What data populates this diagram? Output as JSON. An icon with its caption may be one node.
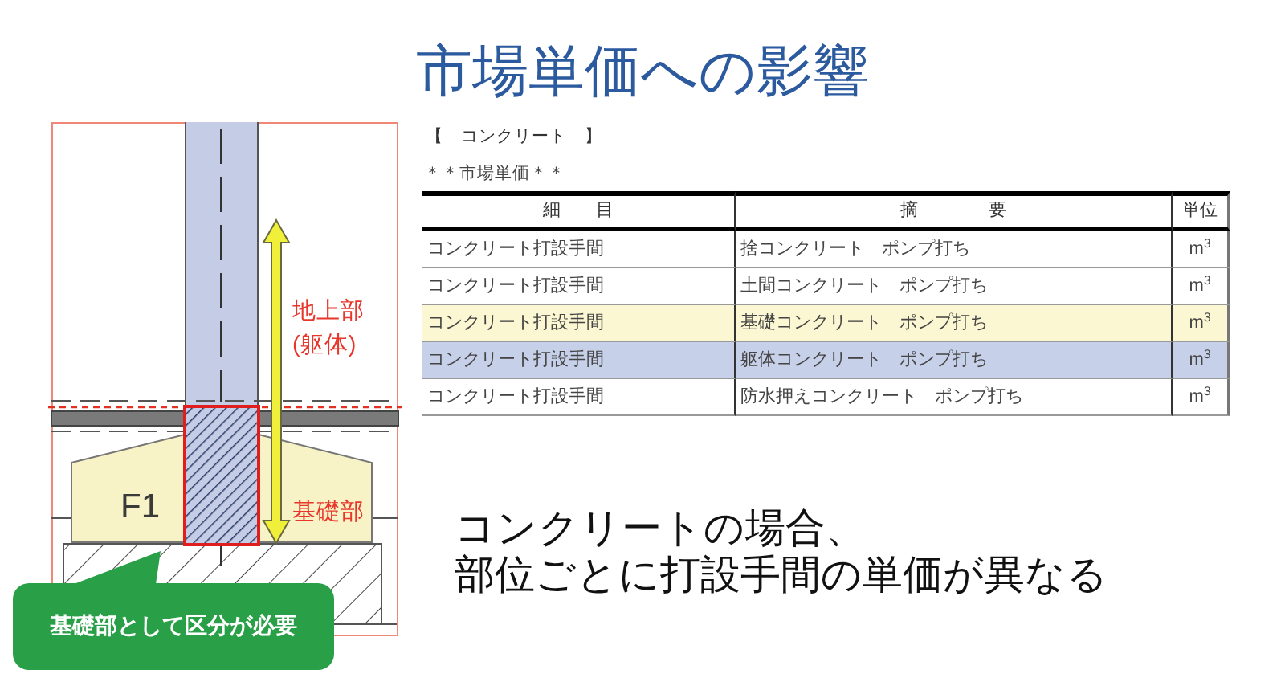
{
  "diagram": {
    "title": "市場単価への影響",
    "nodes": [
      {
        "text": [],
        "shape": "box"
      },
      {
        "text": [
          "F1"
        ]
      },
      {
        "text": [
          "基礎部として区分が必要"
        ]
      }
    ],
    "labels": [
      "地上部(躯体)",
      "基礎部",
      "【　コンクリート　】",
      "＊＊市場単価＊＊",
      "細　　目",
      "摘　　　　要",
      "単位",
      "コンクリート打設手間",
      "捨コンクリート　ポンプ打ち",
      "m$^{3}$",
      "コンクリート打設手間",
      "土間コンクリート　ポンプ打ち",
      "m$^{3}$",
      "コンクリート打設手間",
      "基礎コンクリート　ポンプ打ち",
      "m$^{3}$",
      "コンクリート打設手間",
      "躯体コンクリート　ポンプ打ち",
      "m$^{3}$",
      "コンクリート打設手間",
      "防水押えコンクリート　ポンプ打ち",
      "m$^{3}$",
      "コンクリートの場合、部位ごとに打設手間の単価が異なる"
    ]
  }
}
